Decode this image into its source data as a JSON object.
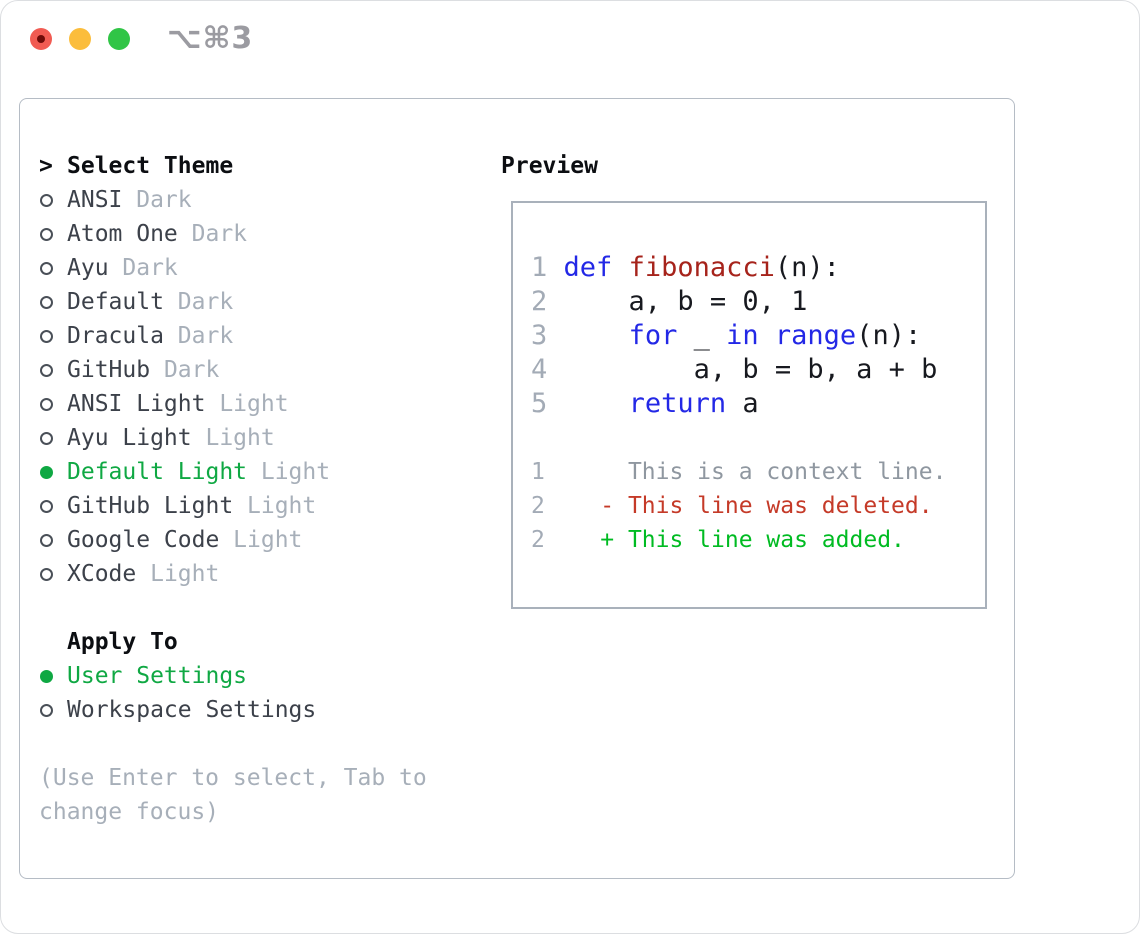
{
  "window": {
    "hotkey_label": "⌥⌘3",
    "traffic_lights": [
      "close",
      "minimize",
      "zoom"
    ]
  },
  "theme_panel": {
    "title_prefix": ">",
    "title": "Select Theme",
    "themes": [
      {
        "name": "ANSI",
        "variant": "Dark",
        "selected": false
      },
      {
        "name": "Atom One",
        "variant": "Dark",
        "selected": false
      },
      {
        "name": "Ayu",
        "variant": "Dark",
        "selected": false
      },
      {
        "name": "Default",
        "variant": "Dark",
        "selected": false
      },
      {
        "name": "Dracula",
        "variant": "Dark",
        "selected": false
      },
      {
        "name": "GitHub",
        "variant": "Dark",
        "selected": false
      },
      {
        "name": "ANSI Light",
        "variant": "Light",
        "selected": false
      },
      {
        "name": "Ayu Light",
        "variant": "Light",
        "selected": false
      },
      {
        "name": "Default Light",
        "variant": "Light",
        "selected": true
      },
      {
        "name": "GitHub Light",
        "variant": "Light",
        "selected": false
      },
      {
        "name": "Google Code",
        "variant": "Light",
        "selected": false
      },
      {
        "name": "XCode",
        "variant": "Light",
        "selected": false
      }
    ],
    "apply_to": {
      "title": "Apply To",
      "options": [
        {
          "name": "User Settings",
          "selected": true
        },
        {
          "name": "Workspace Settings",
          "selected": false
        }
      ]
    },
    "hint_lines": [
      "(Use Enter to select, Tab to",
      "change focus)"
    ]
  },
  "preview": {
    "title": "Preview",
    "code_lines": [
      {
        "num": "1",
        "tokens": [
          [
            "kw",
            "def"
          ],
          [
            "pl",
            " "
          ],
          [
            "fn",
            "fibonacci"
          ],
          [
            "pl",
            "(n):"
          ]
        ]
      },
      {
        "num": "2",
        "tokens": [
          [
            "pl",
            "    a, b = 0, 1"
          ]
        ]
      },
      {
        "num": "3",
        "tokens": [
          [
            "pl",
            "    "
          ],
          [
            "kw",
            "for"
          ],
          [
            "pl",
            " _ "
          ],
          [
            "kw",
            "in"
          ],
          [
            "pl",
            " "
          ],
          [
            "kw",
            "range"
          ],
          [
            "pl",
            "(n):"
          ]
        ]
      },
      {
        "num": "4",
        "tokens": [
          [
            "pl",
            "        a, b = b, a + b"
          ]
        ]
      },
      {
        "num": "5",
        "tokens": [
          [
            "pl",
            "    "
          ],
          [
            "kw",
            "return"
          ],
          [
            "pl",
            " a"
          ]
        ]
      }
    ],
    "diff_lines": [
      {
        "num": "1",
        "marker": " ",
        "kind": "context",
        "text": "This is a context line."
      },
      {
        "num": "2",
        "marker": "-",
        "kind": "deleted",
        "text": "This line was deleted."
      },
      {
        "num": "2",
        "marker": "+",
        "kind": "added",
        "text": "This line was added."
      }
    ]
  },
  "colors": {
    "selected_green": "#0fa843",
    "added_green": "#00bb22",
    "deleted_red": "#c53a28",
    "keyword_blue": "#2328e6",
    "function_red": "#a6231b",
    "muted_gray": "#a7afb9",
    "text_dark": "#3c414a",
    "panel_border": "#b5bcc5",
    "traffic_red": "#f15b52",
    "traffic_yellow": "#fbbd3c",
    "traffic_green": "#30c546"
  }
}
